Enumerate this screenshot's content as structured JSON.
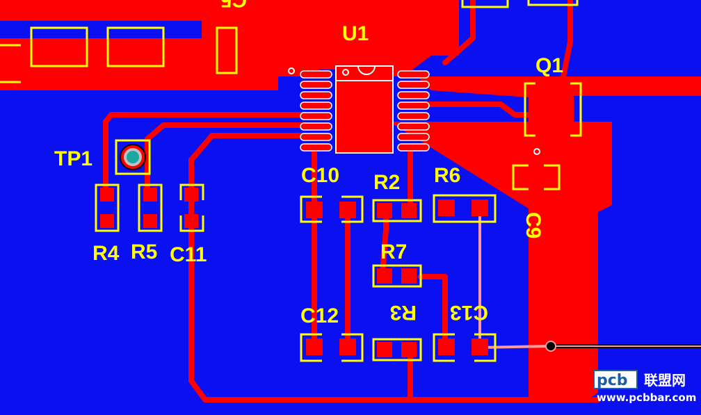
{
  "board": {
    "colors": {
      "background": "#0b10f0",
      "copper": "#ff0000",
      "silkscreen": "#ffff00",
      "pad": "#ff0000",
      "highlight_trace": "#ff9999",
      "testpoint_ring": "#c0c0c0",
      "testpoint_hole": "#1aa8a0"
    },
    "labels": {
      "u1": "U1",
      "q1": "Q1",
      "tp1": "TP1",
      "c10": "C10",
      "r2": "R2",
      "r6": "R6",
      "c9": "C9",
      "r4": "R4",
      "r5": "R5",
      "c11": "C11",
      "r7": "R7",
      "c12": "C12",
      "r3": "R3",
      "c13": "C13",
      "top_partial": "C5"
    }
  },
  "watermark": {
    "logo_text": "pcb",
    "cn_text": "联盟网",
    "url": "www.pcbbar.com"
  }
}
